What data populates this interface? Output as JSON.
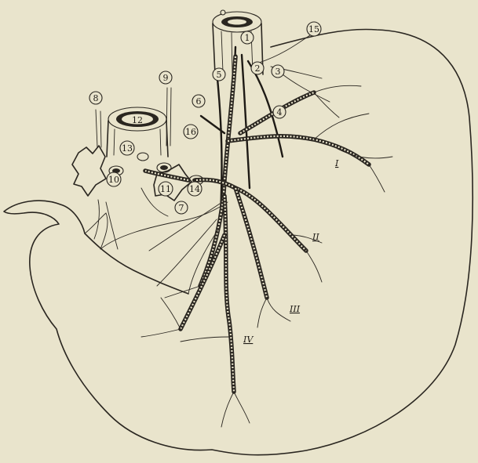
{
  "labels": {
    "n1": "1",
    "n2": "2",
    "n3": "3",
    "n4": "4",
    "n5": "5",
    "n6": "6",
    "n7": "7",
    "n8": "8",
    "n9": "9",
    "n10": "10",
    "n11": "11",
    "n12": "12",
    "n13": "13",
    "n14": "14",
    "n15": "15",
    "n16": "16",
    "r1": "I",
    "r2": "II",
    "r3": "III",
    "r4": "IV"
  }
}
